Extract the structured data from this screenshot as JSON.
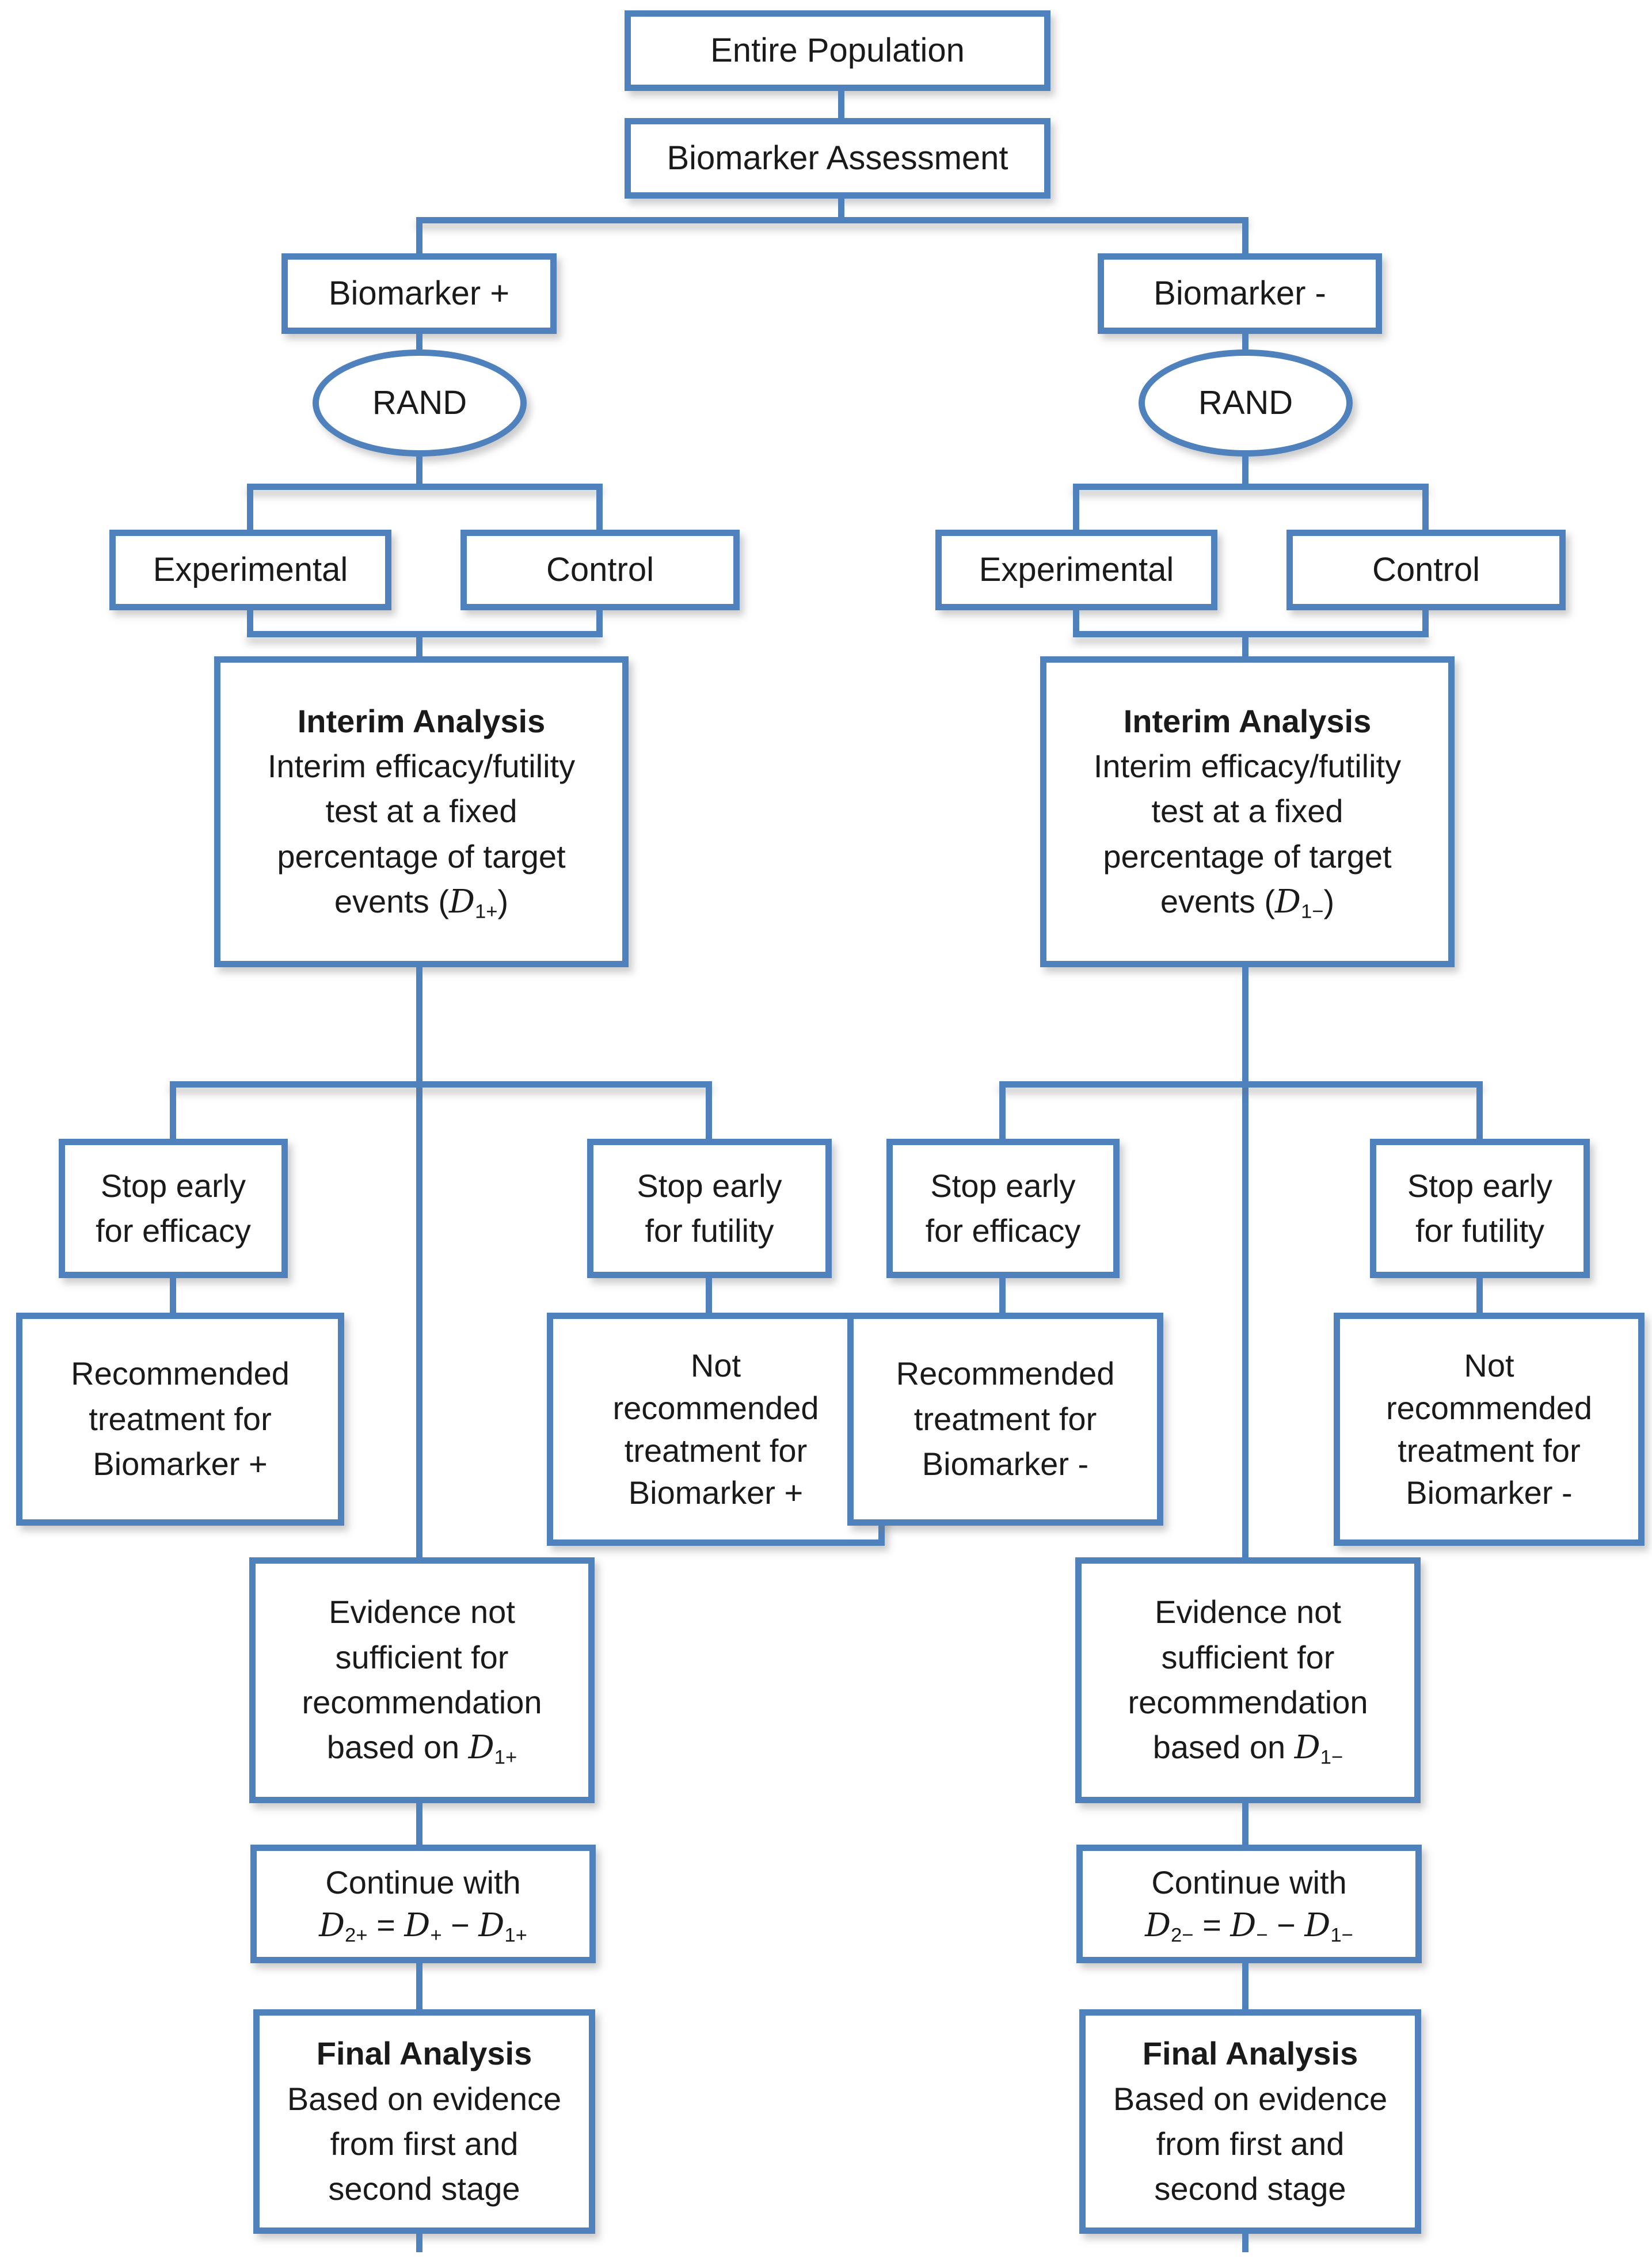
{
  "colors": {
    "line_blue": "#4f81bd",
    "text": "#1a1a1a",
    "background": "#ffffff"
  },
  "root": {
    "entire_population": "Entire Population",
    "biomarker_assessment": "Biomarker Assessment"
  },
  "branches": [
    {
      "biomarker": "Biomarker +",
      "randomization": "RAND",
      "experimental_arm": "Experimental",
      "control_arm": "Control",
      "interim": {
        "title": "Interim Analysis",
        "body": "Interim efficacy/futility\ntest at a fixed\npercentage of target\nevents",
        "events_math": "(D_{1+})"
      },
      "stop_efficacy": "Stop early\nfor efficacy",
      "stop_futility": "Stop early\nfor futility",
      "recommended": "Recommended\ntreatment for\nBiomarker +",
      "not_recommended": "Not\nrecommended\ntreatment for\nBiomarker +",
      "evidence": {
        "body": "Evidence not\nsufficient for\nrecommendation\nbased on",
        "math": "D_{1+}"
      },
      "continue": {
        "label": "Continue with",
        "math": "D_{2+} = D_{+} − D_{1+}"
      },
      "final": {
        "title": "Final Analysis",
        "body": "Based on evidence\nfrom first and\nsecond stage"
      }
    },
    {
      "biomarker": "Biomarker -",
      "randomization": "RAND",
      "experimental_arm": "Experimental",
      "control_arm": "Control",
      "interim": {
        "title": "Interim Analysis",
        "body": "Interim efficacy/futility\ntest at a fixed\npercentage of target\nevents",
        "events_math": "(D_{1−})"
      },
      "stop_efficacy": "Stop early\nfor efficacy",
      "stop_futility": "Stop early\nfor futility",
      "recommended": "Recommended\ntreatment for\nBiomarker -",
      "not_recommended": "Not\nrecommended\ntreatment for\nBiomarker -",
      "evidence": {
        "body": "Evidence not\nsufficient for\nrecommendation\nbased on",
        "math": "D_{1−}"
      },
      "continue": {
        "label": "Continue with",
        "math": "D_{2−} = D_{−} − D_{1−}"
      },
      "final": {
        "title": "Final Analysis",
        "body": "Based on evidence\nfrom first and\nsecond stage"
      }
    }
  ]
}
